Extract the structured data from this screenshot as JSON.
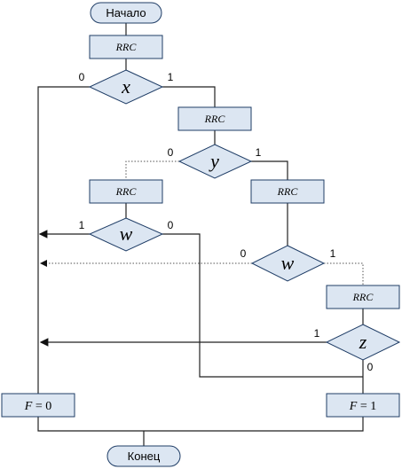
{
  "start": "Начало",
  "end": "Конец",
  "rrc": "RRC",
  "decisions": {
    "x": {
      "var": "x",
      "left_label": "0",
      "right_label": "1"
    },
    "y": {
      "var": "y",
      "left_label": "0",
      "right_label": "1"
    },
    "w_left": {
      "var": "w",
      "left_label": "1",
      "right_label": "0"
    },
    "w_right": {
      "var": "w",
      "left_label": "0",
      "right_label": "1"
    },
    "z": {
      "var": "z",
      "left_label": "1",
      "bottom_label": "0"
    }
  },
  "results": {
    "f0": {
      "var": "F",
      "op": " = 0"
    },
    "f1": {
      "var": "F",
      "op": " = 1"
    }
  }
}
